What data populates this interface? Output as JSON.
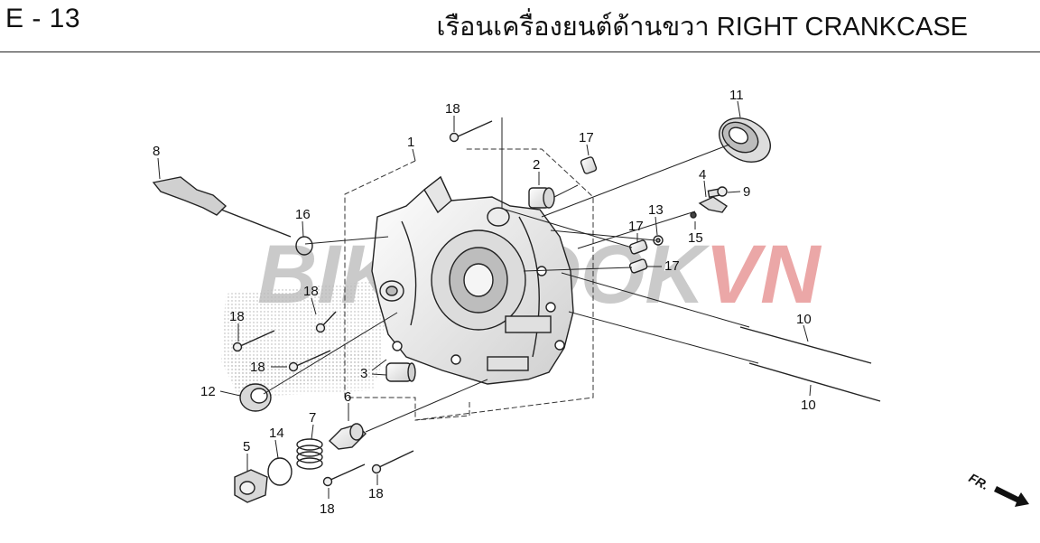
{
  "header": {
    "page_code": "E - 13",
    "title": "เรือนเครื่องยนต์ด้านขวา  RIGHT CRANKCASE"
  },
  "watermark": {
    "text_main": "BIKEBOOK",
    "text_accent": "VN",
    "color_main": "#b9b9b9",
    "color_accent": "#e58a8a"
  },
  "direction_indicator": {
    "label": "FR."
  },
  "callouts": [
    "1",
    "2",
    "3",
    "4",
    "5",
    "6",
    "7",
    "8",
    "9",
    "10",
    "10",
    "11",
    "12",
    "13",
    "14",
    "15",
    "16",
    "17",
    "17",
    "17",
    "18",
    "18",
    "18",
    "18",
    "18",
    "18"
  ],
  "colors": {
    "line": "#222222",
    "background": "#ffffff",
    "part_fill": "#f2f2f2",
    "shade": "#d0d0d0"
  }
}
